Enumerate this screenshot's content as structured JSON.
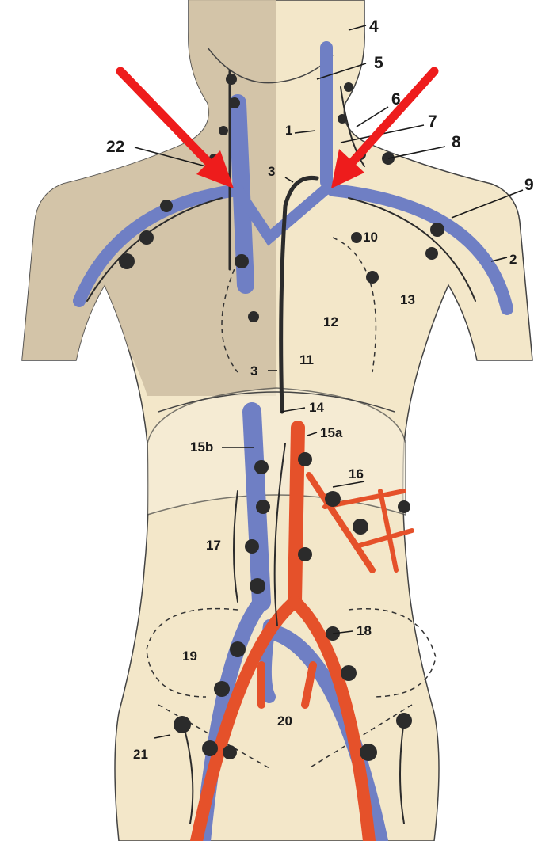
{
  "diagram": {
    "labels": {
      "l1": "1",
      "l2": "2",
      "l3a": "3",
      "l3b": "3",
      "l4": "4",
      "l5": "5",
      "l6": "6",
      "l7": "7",
      "l8": "8",
      "l9": "9",
      "l10": "10",
      "l11": "11",
      "l12": "12",
      "l13": "13",
      "l14": "14",
      "l15a": "15a",
      "l15b": "15b",
      "l16": "16",
      "l17": "17",
      "l18": "18",
      "l19": "19",
      "l20": "20",
      "l21": "21",
      "l22": "22"
    },
    "colors": {
      "skin_light": "#f3e7c9",
      "skin_shadow": "#cfc0a4",
      "vein_blue": "#6f7fc4",
      "artery_red": "#e5512a",
      "lymph_dark": "#2b2b2b",
      "arrow_red": "#ee1c1c"
    },
    "annotations": [
      "red-arrow-right-venous-angle",
      "red-arrow-left-venous-angle"
    ]
  }
}
